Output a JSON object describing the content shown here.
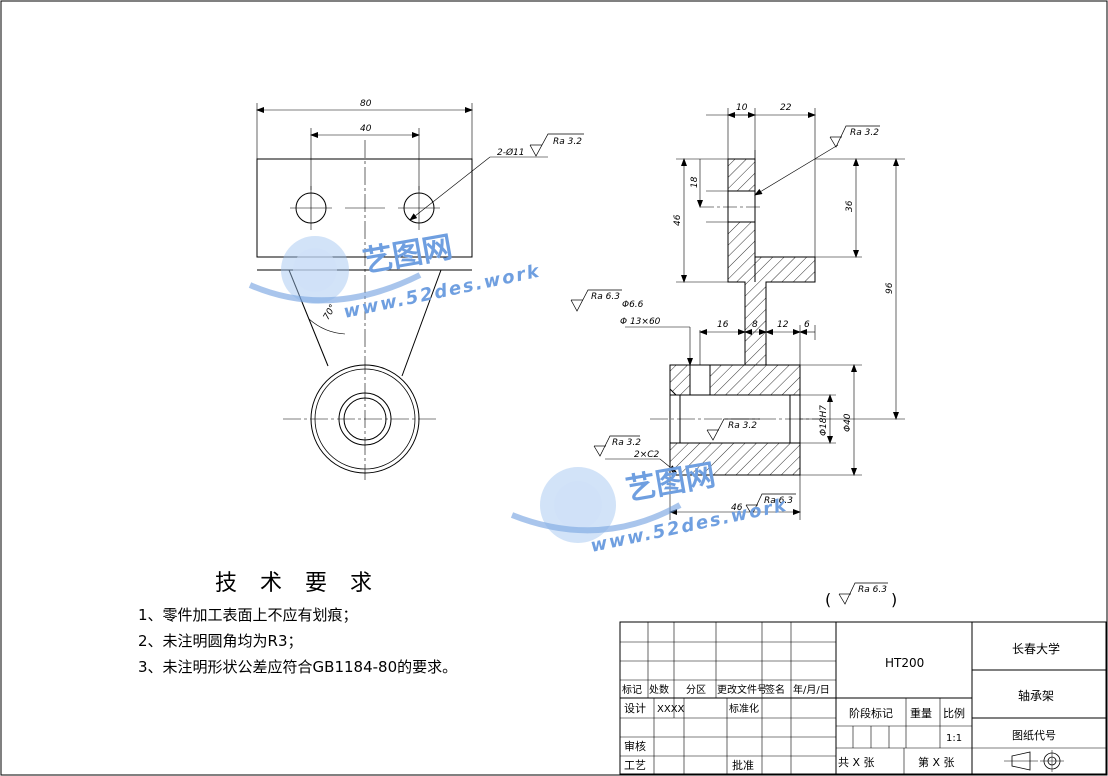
{
  "drawing": {
    "front_view": {
      "dim_80": "80",
      "dim_40": "40",
      "hole_callout": "2-Ø11",
      "ra_holes": "Ra 3.2",
      "angle": "70°"
    },
    "section_view": {
      "dim_10": "10",
      "dim_22": "22",
      "dim_18": "18",
      "dim_46": "46",
      "dim_36": "36",
      "dim_96": "96",
      "dim_16": "16",
      "dim_8": "8",
      "dim_12": "12",
      "dim_6": "6",
      "dim_phi6_6": "Φ6.6",
      "dim_phi13x60": "Φ 13×60",
      "dim_phi18h7": "Φ18H7",
      "dim_phi40": "Φ40",
      "dim_2xc2": "2×C2",
      "dim_bottom_46": "46",
      "ra_top": "Ra 3.2",
      "ra_left_6_3": "Ra 6.3",
      "ra_bore": "Ra 3.2",
      "ra_chamfer": "Ra 3.2",
      "ra_bottom": "Ra 6.3"
    },
    "general_roughness": "Ra 6.3"
  },
  "watermark": {
    "brand": "艺图网",
    "url": "www.52des.work"
  },
  "requirements": {
    "title": "技 术 要 求",
    "items": [
      "1、零件加工表面上不应有划痕；",
      "2、未注明圆角均为R3；",
      "3、未注明形状公差应符合GB1184-80的要求。"
    ]
  },
  "title_block": {
    "material": "HT200",
    "school": "长春大学",
    "part_name": "轴承架",
    "drawing_no": "图纸代号",
    "revision_header": [
      "标记",
      "处数",
      "分区",
      "更改文件号",
      "签名",
      "年/月/日"
    ],
    "design": "设计",
    "designer": "XXXX",
    "standardize": "标准化",
    "review": "审核",
    "process": "工艺",
    "approve": "批准",
    "stage_mark": "阶段标记",
    "weight": "重量",
    "scale_label": "比例",
    "scale": "1:1",
    "total_sheets": "共 X 张",
    "sheet_no": "第 X 张"
  }
}
